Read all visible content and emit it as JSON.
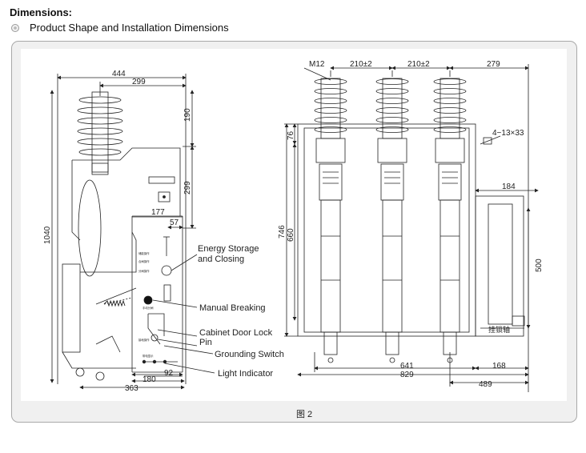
{
  "heading": "Dimensions:",
  "subheading": "Product Shape and Installation Dimensions",
  "caption": "图 2",
  "callouts": {
    "energy_storage": "Energy Storage and Closing",
    "manual_breaking": "Manual Breaking",
    "door_lock": "Cabinet Door Lock Pin",
    "grounding": "Grounding Switch",
    "light": "Light Indicator"
  },
  "dims": {
    "d444": "444",
    "d299a": "299",
    "d190": "190",
    "d299b": "299",
    "d177": "177",
    "d57": "57",
    "d1040": "1040",
    "d180": "180",
    "d92": "92",
    "d363": "363",
    "m12": "M12",
    "d210a": "210±2",
    "d210b": "210±2",
    "d279": "279",
    "d76": "76",
    "holes": "4−13×33",
    "d184": "184",
    "d746": "746",
    "d660": "660",
    "d500": "500",
    "d641": "641",
    "d829": "829",
    "d168": "168",
    "d489": "489",
    "axis_label": "挂锁轴"
  },
  "panel_small_labels": [
    "储能操作",
    "合闸操作",
    "分闸操作",
    "手动分闸",
    "接地操作",
    "带电显示"
  ]
}
